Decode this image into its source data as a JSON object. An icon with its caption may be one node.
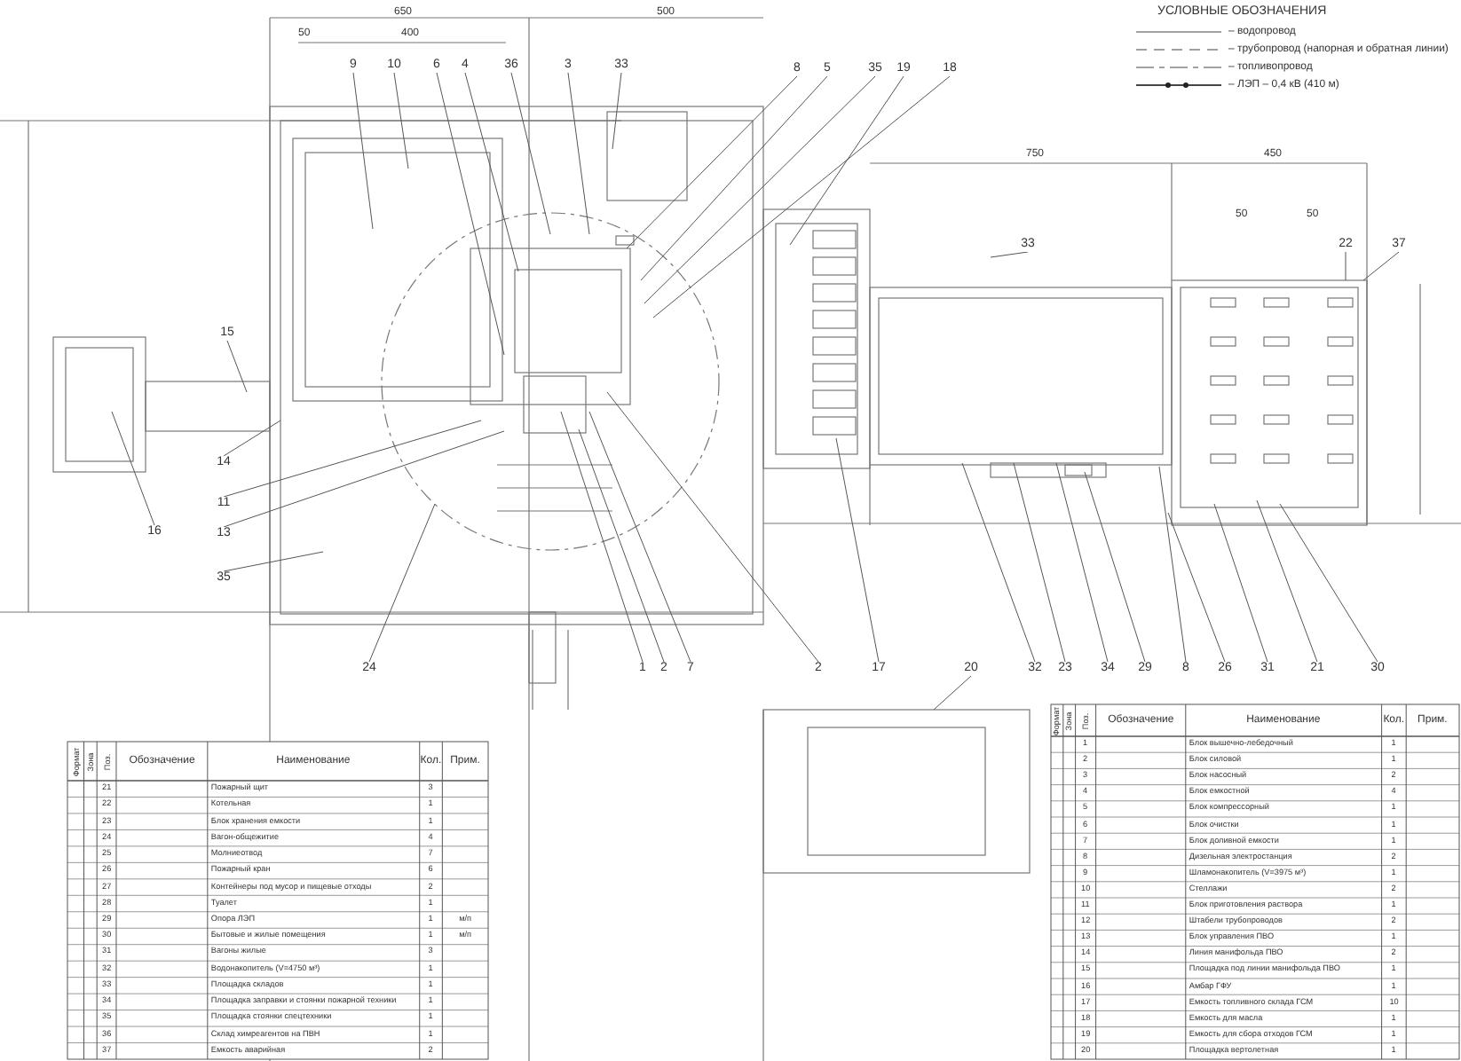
{
  "diagram": {
    "nodes": [
      {
        "text": [
          "9"
        ]
      },
      {
        "text": [
          "10"
        ]
      },
      {
        "text": [
          "6"
        ]
      },
      {
        "text": [
          "4"
        ]
      },
      {
        "text": [
          "36"
        ]
      },
      {
        "text": [
          "3"
        ]
      },
      {
        "text": [
          "33"
        ]
      },
      {
        "text": [
          "8"
        ]
      },
      {
        "text": [
          "5"
        ]
      },
      {
        "text": [
          "35"
        ]
      },
      {
        "text": [
          "19"
        ]
      },
      {
        "text": [
          "18"
        ]
      },
      {
        "text": [
          "33"
        ]
      },
      {
        "text": [
          "22"
        ]
      },
      {
        "text": [
          "37"
        ]
      },
      {
        "text": [
          "15"
        ]
      },
      {
        "text": [
          "16"
        ]
      },
      {
        "text": [
          "14"
        ]
      },
      {
        "text": [
          "11"
        ]
      },
      {
        "text": [
          "13"
        ]
      },
      {
        "text": [
          "35"
        ]
      },
      {
        "text": [
          "24"
        ]
      },
      {
        "text": [
          "1"
        ]
      },
      {
        "text": [
          "2"
        ]
      },
      {
        "text": [
          "7"
        ]
      },
      {
        "text": [
          "2"
        ]
      },
      {
        "text": [
          "17"
        ]
      },
      {
        "text": [
          "20"
        ]
      },
      {
        "text": [
          "32"
        ]
      },
      {
        "text": [
          "23"
        ]
      },
      {
        "text": [
          "34"
        ]
      },
      {
        "text": [
          "29"
        ]
      },
      {
        "text": [
          "8"
        ]
      },
      {
        "text": [
          "26"
        ]
      },
      {
        "text": [
          "31"
        ]
      },
      {
        "text": [
          "21"
        ]
      },
      {
        "text": [
          "30"
        ]
      }
    ],
    "edges": [
      {
        "from": 0,
        "to": null,
        "arrow": "none"
      },
      {
        "from": 1,
        "to": null,
        "arrow": "none"
      },
      {
        "from": 2,
        "to": null,
        "arrow": "none"
      },
      {
        "from": 3,
        "to": null,
        "arrow": "none"
      },
      {
        "from": 4,
        "to": null,
        "arrow": "none"
      },
      {
        "from": 5,
        "to": null,
        "arrow": "none"
      },
      {
        "from": 6,
        "to": null,
        "arrow": "none"
      },
      {
        "from": 7,
        "to": null,
        "arrow": "none"
      },
      {
        "from": 8,
        "to": null,
        "arrow": "none"
      },
      {
        "from": 9,
        "to": null,
        "arrow": "none"
      },
      {
        "from": 10,
        "to": null,
        "arrow": "none"
      },
      {
        "from": 11,
        "to": null,
        "arrow": "none"
      },
      {
        "from": 12,
        "to": null,
        "arrow": "none"
      },
      {
        "from": 13,
        "to": null,
        "arrow": "none"
      },
      {
        "from": 14,
        "to": null,
        "arrow": "none"
      },
      {
        "from": 15,
        "to": null,
        "arrow": "none"
      },
      {
        "from": 16,
        "to": null,
        "arrow": "none"
      },
      {
        "from": 17,
        "to": null,
        "arrow": "none"
      },
      {
        "from": 18,
        "to": null,
        "arrow": "none"
      },
      {
        "from": 19,
        "to": null,
        "arrow": "none"
      },
      {
        "from": 20,
        "to": null,
        "arrow": "none"
      },
      {
        "from": 21,
        "to": null,
        "arrow": "none"
      },
      {
        "from": 22,
        "to": null,
        "arrow": "none"
      },
      {
        "from": 23,
        "to": null,
        "arrow": "none"
      },
      {
        "from": 24,
        "to": null,
        "arrow": "none"
      },
      {
        "from": 25,
        "to": null,
        "arrow": "none"
      },
      {
        "from": 26,
        "to": null,
        "arrow": "none"
      },
      {
        "from": 27,
        "to": null,
        "arrow": "none"
      },
      {
        "from": 28,
        "to": null,
        "arrow": "none"
      },
      {
        "from": 29,
        "to": null,
        "arrow": "none"
      },
      {
        "from": 30,
        "to": null,
        "arrow": "none"
      },
      {
        "from": 31,
        "to": null,
        "arrow": "none"
      },
      {
        "from": 32,
        "to": null,
        "arrow": "none"
      },
      {
        "from": 33,
        "to": null,
        "arrow": "none"
      },
      {
        "from": 34,
        "to": null,
        "arrow": "none"
      },
      {
        "from": 35,
        "to": null,
        "arrow": "none"
      },
      {
        "from": 36,
        "to": null,
        "arrow": "none"
      }
    ],
    "labels": [
      "650",
      "500",
      "УСЛОВНЫЕ ОБОЗНАЧЕНИЯ",
      "50",
      "400",
      "750",
      "450",
      "50",
      "50",
      "Формат",
      "Зона",
      "Поз.",
      "Обозначение",
      "Наименование",
      "Кол.",
      "Прим.",
      "21",
      "Пожарный щит",
      "3",
      "22",
      "Котельная",
      "1",
      "23",
      "Блок хранения емкости",
      "1",
      "24",
      "Вагон-общежитие",
      "4",
      "25",
      "Молниеотвод",
      "7",
      "26",
      "Пожарный кран",
      "6",
      "27",
      "Контейнеры под мусор и пищевые отходы",
      "2",
      "28",
      "Туалет",
      "1",
      "29",
      "Опора ЛЭП",
      "1",
      "м/п",
      "30",
      "Бытовые и жилые помещения",
      "1",
      "м/п",
      "31",
      "Вагоны жилые",
      "3",
      "32",
      "Водонакопитель (V=4750 м³)",
      "1",
      "33",
      "Площадка складов",
      "1",
      "34",
      "Площадка заправки и стоянки пожарной техники",
      "1",
      "35",
      "Площадка стоянки спецтехники",
      "1",
      "36",
      "Склад химреагентов на ПВН",
      "1",
      "37",
      "Емкость аварийная",
      "2",
      "Формат",
      "Зона",
      "Поз.",
      "Обозначение",
      "Наименование",
      "Кол.",
      "Прим.",
      "1",
      "Блок вышечно-лебедочный",
      "1",
      "2",
      "Блок силовой",
      "1",
      "3",
      "Блок насосный",
      "2",
      "4",
      "Блок емкостной",
      "4",
      "5",
      "Блок компрессорный",
      "1",
      "6",
      "Блок очистки",
      "1",
      "7",
      "Блок доливной емкости",
      "1",
      "8",
      "Дизельная электростанция",
      "2",
      "9",
      "Шламонакопитель (V=3975 м³)",
      "1",
      "10",
      "Стеллажи",
      "2",
      "11",
      "Блок приготовления раствора",
      "1",
      "12",
      "Штабели трубопроводов",
      "2",
      "13",
      "Блок управления ПВО",
      "1",
      "14",
      "Линия манифольда ПВО",
      "2",
      "15",
      "Площадка под линии манифольда ПВО",
      "1",
      "16",
      "Амбар ГФУ",
      "1",
      "17",
      "Емкость топливного склада ГСМ",
      "10",
      "18",
      "Емкость для масла",
      "1",
      "19",
      "Емкость для сбора отходов ГСМ",
      "1",
      "20",
      "Площадка вертолетная",
      "1"
    ],
    "legend": [
      {
        "text": "– водопровод"
      },
      {
        "text": "– трубопровод (напорная и обратная линии)"
      },
      {
        "text": "– топливопровод"
      },
      {
        "text": "– ЛЭП – 0,4 кВ (410 м)"
      }
    ]
  }
}
